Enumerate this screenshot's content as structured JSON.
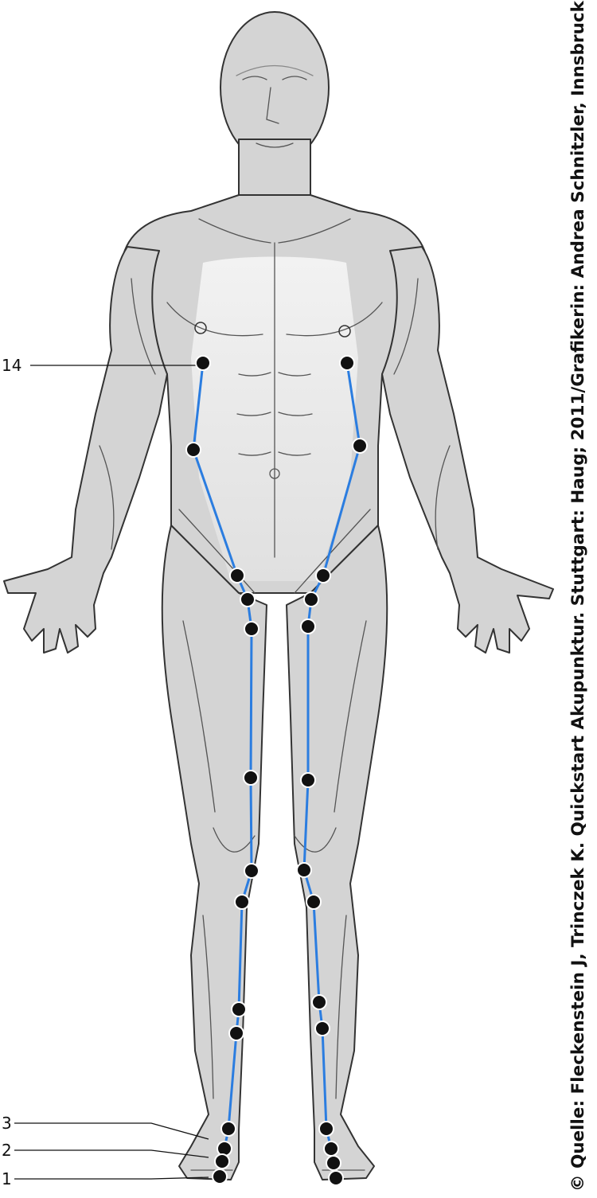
{
  "figure": {
    "meridian_color": "#2b7de0",
    "point_color": "#111111",
    "body_fill": "#d4d4d4",
    "body_highlight": "#ececec",
    "outline_color": "#333333"
  },
  "labels": [
    {
      "id": "point-14",
      "text": "14"
    },
    {
      "id": "point-3",
      "text": "3"
    },
    {
      "id": "point-2",
      "text": "2"
    },
    {
      "id": "point-1",
      "text": "1"
    }
  ],
  "credit": "© Quelle: Fleckenstein J, Trinczek K. Quickstart Akupunktur. Stuttgart: Haug; 2011/Grafikerin: Andrea Schnitzler, Innsbruck"
}
